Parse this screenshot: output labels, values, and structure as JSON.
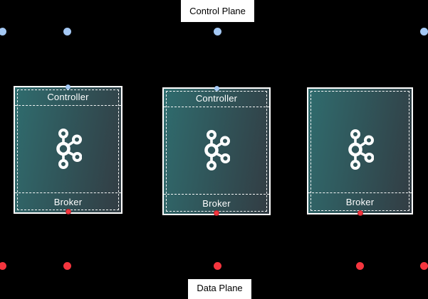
{
  "diagram": {
    "control_plane_label": "Control Plane",
    "data_plane_label": "Data Plane",
    "nodes": [
      {
        "id": "kafka-node-1",
        "controller": "Controller",
        "broker": "Broker",
        "has_controller": true
      },
      {
        "id": "kafka-node-2",
        "controller": "Controller",
        "broker": "Broker",
        "has_controller": true
      },
      {
        "id": "kafka-node-3",
        "broker": "Broker",
        "has_controller": false
      }
    ],
    "icon": "apache-kafka-logo",
    "colors": {
      "background": "#000000",
      "node_gradient_start": "#2F6C6E",
      "node_gradient_end": "#323C43",
      "node_border": "#FFFFFF",
      "control_plane_dot_blue": "#A4C8F4",
      "data_plane_dot_red": "#F5353E",
      "label_background": "#FFFFFF",
      "label_text": "#000000",
      "node_text": "#FFFFFF"
    }
  }
}
